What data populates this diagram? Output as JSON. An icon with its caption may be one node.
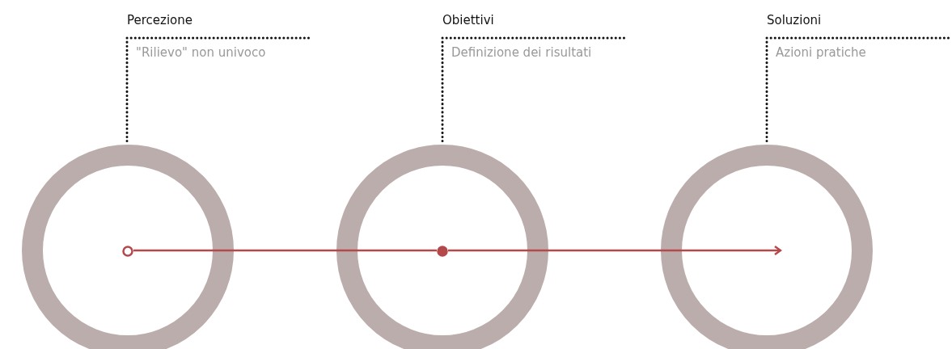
{
  "diagram": {
    "nodes": [
      {
        "text": [
          "Percezione",
          "\"Rilievo\" non univoco"
        ]
      },
      {
        "text": [],
        "shape": "circle"
      },
      {
        "text": [],
        "shape": "circle",
        "in": 1
      },
      {
        "text": [
          "Obiettivi",
          "Definizione dei risultati"
        ]
      },
      {
        "text": [],
        "shape": "circle"
      },
      {
        "text": [],
        "shape": "circle",
        "in": 4
      },
      {
        "text": [
          "Soluzioni",
          "Azioni pratiche"
        ]
      },
      {
        "text": [],
        "shape": "circle"
      }
    ],
    "edges": [
      {
        "from": 0,
        "to": 1,
        "arrow": "none",
        "style": "dashed"
      },
      {
        "from": 2,
        "to": 5,
        "arrow": "none",
        "color": "#b5484a"
      },
      {
        "from": 3,
        "to": 4,
        "arrow": "none",
        "style": "dashed"
      },
      {
        "from": 5,
        "to": 7,
        "arrow": "to",
        "color": "#b5484a"
      },
      {
        "from": 6,
        "to": 7,
        "arrow": "none",
        "style": "dashed"
      }
    ]
  }
}
